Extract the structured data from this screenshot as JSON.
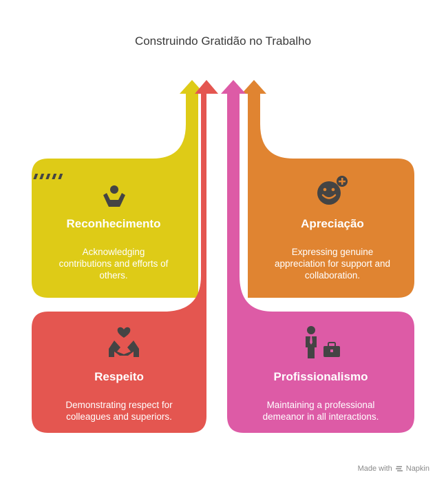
{
  "title": "Construindo Gratidão no Trabalho",
  "colors": {
    "yellow": "#DECB17",
    "orange": "#E08431",
    "red": "#E45650",
    "pink": "#DD5BA6",
    "icon": "#444444"
  },
  "cards": [
    {
      "id": "reconhecimento",
      "title": "Reconhecimento",
      "description": "Acknowledging contributions and efforts of others.",
      "icon": "cheering-person-icon"
    },
    {
      "id": "apreciacao",
      "title": "Apreciação",
      "description": "Expressing genuine appreciation for support and collaboration.",
      "icon": "smiley-plus-icon"
    },
    {
      "id": "respeito",
      "title": "Respeito",
      "description": "Demonstrating respect for colleagues and superiors.",
      "icon": "handshake-heart-icon"
    },
    {
      "id": "profissionalismo",
      "title": "Profissionalismo",
      "description": "Maintaining a professional demeanor in all interactions.",
      "icon": "businessman-briefcase-icon"
    }
  ],
  "footer": {
    "made_with": "Made with",
    "brand": "Napkin"
  }
}
